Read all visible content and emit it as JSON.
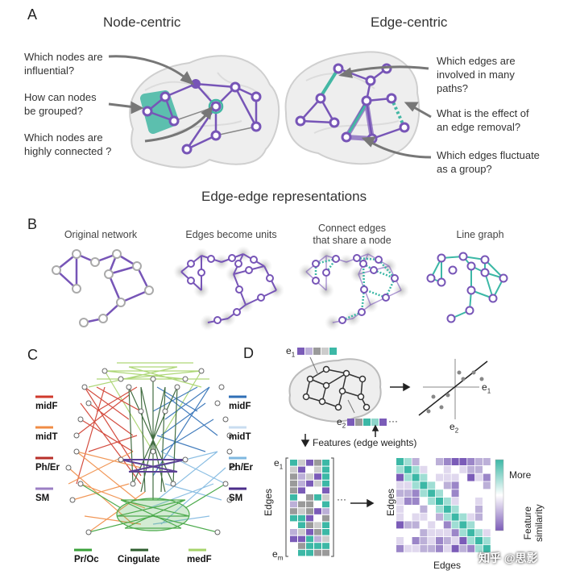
{
  "panelA": {
    "label": "A",
    "node_centric": {
      "title": "Node-centric",
      "questions": [
        "Which nodes are\ninfluential?",
        "How can nodes\nbe grouped?",
        "Which nodes are\nhighly connected ?"
      ]
    },
    "edge_centric": {
      "title": "Edge-centric",
      "questions": [
        "Which edges are\ninvolved in many\npaths?",
        "What is the effect of\nan edge removal?",
        "Which edges fluctuate\nas a group?"
      ]
    },
    "section_title": "Edge-edge representations"
  },
  "panelB": {
    "label": "B",
    "steps": [
      "Original network",
      "Edges become units",
      "Connect edges\nthat share a node",
      "Line graph"
    ]
  },
  "panelC": {
    "label": "C",
    "left_legend": [
      {
        "label": "midF",
        "color": "#d03a2c"
      },
      {
        "label": "midT",
        "color": "#f08c45"
      },
      {
        "label": "Ph/Er",
        "color": "#b82f2a"
      },
      {
        "label": "SM",
        "color": "#9b7fc4"
      }
    ],
    "right_legend": [
      {
        "label": "midF",
        "color": "#2f6fb6"
      },
      {
        "label": "midT",
        "color": "#c9ddf0"
      },
      {
        "label": "Ph/Er",
        "color": "#7fb8e0"
      },
      {
        "label": "SM",
        "color": "#4b2d8a"
      }
    ],
    "bottom_legend": [
      {
        "label": "Pr/Oc",
        "color": "#3aa23a"
      },
      {
        "label": "Cingulate",
        "color": "#2e5e2e"
      },
      {
        "label": "medF",
        "color": "#a6d36a"
      }
    ]
  },
  "panelD": {
    "label": "D",
    "e1": "e",
    "e1_sub": "1",
    "e2": "e",
    "e2_sub": "2",
    "ellipsis": "···",
    "features_caption": "Features (edge weights)",
    "matrix_row_first": "e",
    "matrix_row_first_sub": "1",
    "matrix_row_last": "e",
    "matrix_row_last_sub": "m",
    "matrix_axis": "Edges",
    "sim_y_axis": "Edges",
    "sim_x_axis": "Edges",
    "colorbar_top": "More",
    "colorbar_title": "Feature\nsimilarity",
    "scatter_x": "e",
    "scatter_x_sub": "1",
    "scatter_y": "e",
    "scatter_y_sub": "2",
    "colors": {
      "purple": "#7b5cb8",
      "teal": "#3cb8a6",
      "gray": "#9a9a9a"
    }
  },
  "watermark": "知乎 @思影"
}
